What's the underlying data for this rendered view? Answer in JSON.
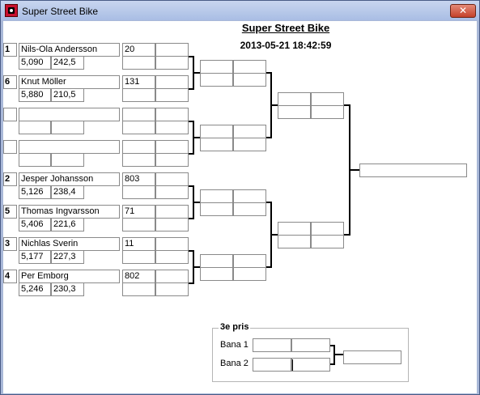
{
  "window": {
    "title": "Super Street Bike",
    "close_glyph": "✕"
  },
  "header": {
    "title": "Super Street Bike",
    "datetime": "2013-05-21 18:42:59"
  },
  "competitors": [
    {
      "seed": "1",
      "name": "Nils-Ola Andersson",
      "time": "5,090",
      "speed": "242,5",
      "result": "20"
    },
    {
      "seed": "6",
      "name": "Knut Möller",
      "time": "5,880",
      "speed": "210,5",
      "result": "131"
    },
    {
      "seed": "",
      "name": "",
      "time": "",
      "speed": "",
      "result": ""
    },
    {
      "seed": "",
      "name": "",
      "time": "",
      "speed": "",
      "result": ""
    },
    {
      "seed": "2",
      "name": "Jesper Johansson",
      "time": "5,126",
      "speed": "238,4",
      "result": "803"
    },
    {
      "seed": "5",
      "name": "Thomas Ingvarsson",
      "time": "5,406",
      "speed": "221,6",
      "result": "71"
    },
    {
      "seed": "3",
      "name": "Nichlas Sverin",
      "time": "5,177",
      "speed": "227,3",
      "result": "11"
    },
    {
      "seed": "4",
      "name": "Per Emborg",
      "time": "5,246",
      "speed": "230,3",
      "result": "802"
    }
  ],
  "third_place": {
    "legend": "3e pris",
    "lane1_label": "Bana 1",
    "lane2_label": "Bana 2"
  }
}
